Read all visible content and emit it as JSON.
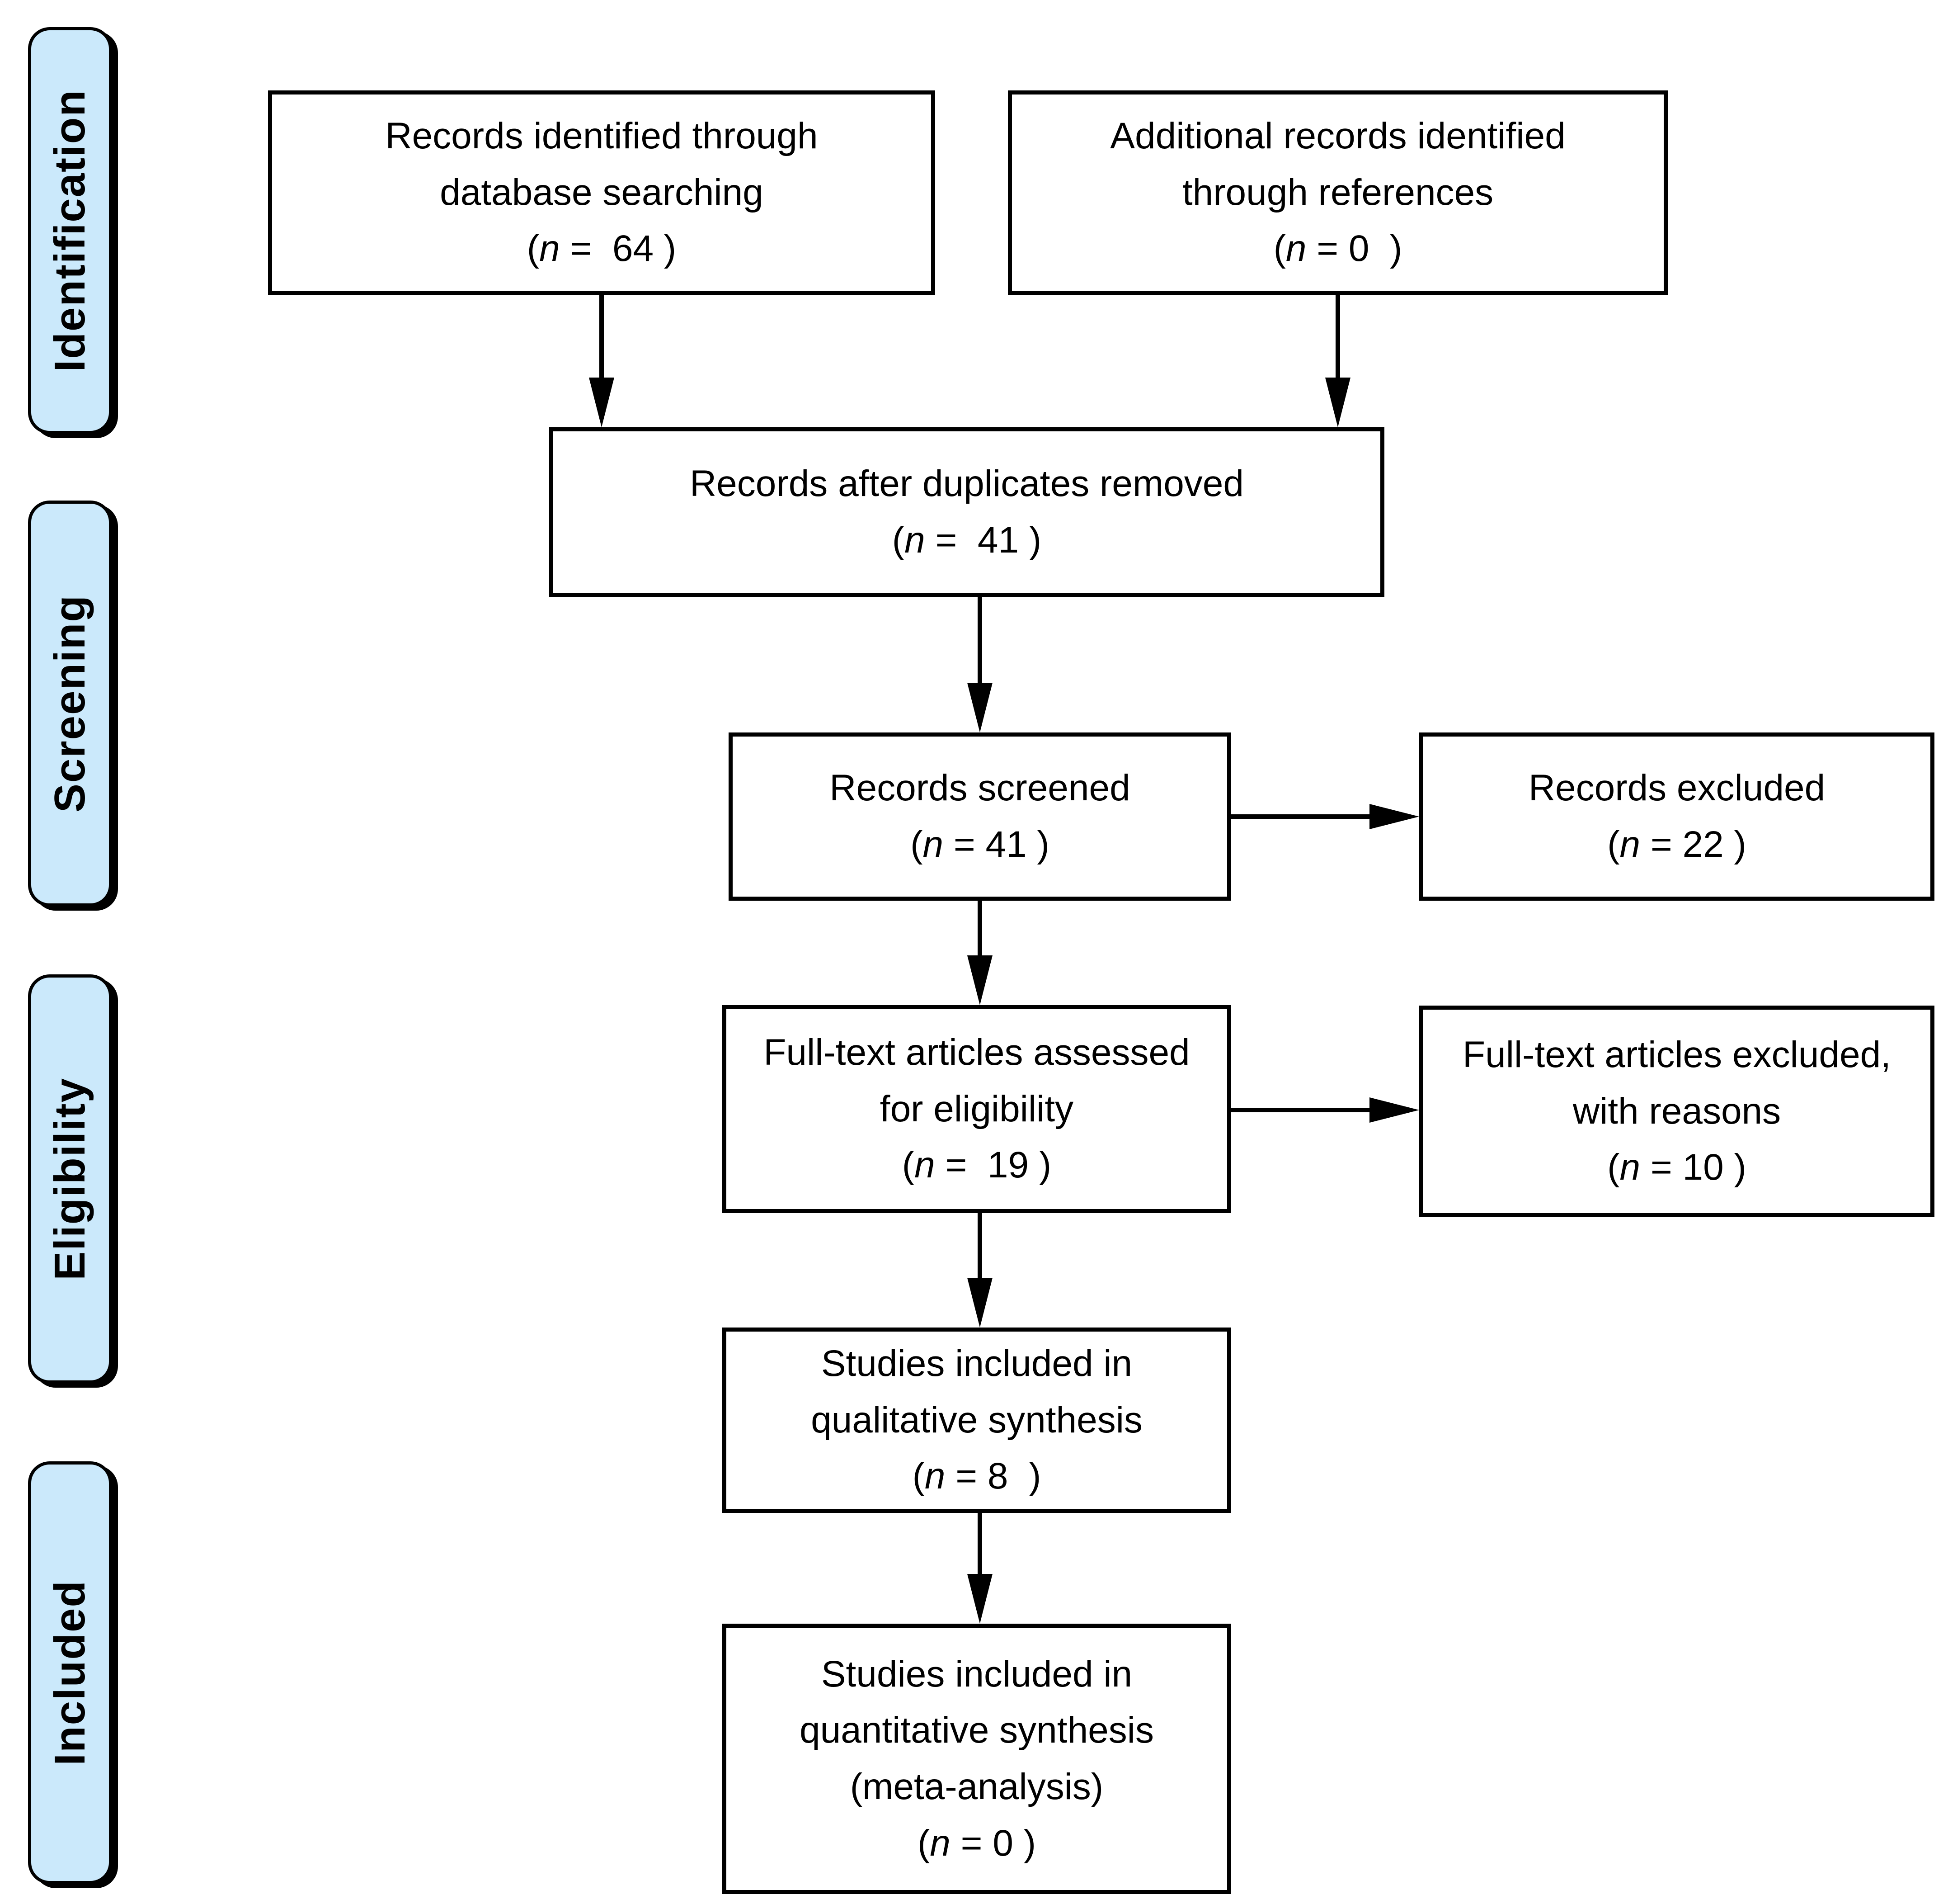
{
  "figure": {
    "background": "#ffffff",
    "stage_fill": "#CBE9FB",
    "stage_border": "#000000",
    "box_border": "#000000"
  },
  "stages": [
    {
      "label": "Identification"
    },
    {
      "label": "Screening"
    },
    {
      "label": "Eligibility"
    },
    {
      "label": "Included"
    }
  ],
  "boxes": {
    "records_identified": {
      "lines": [
        "Records identified through",
        "database searching"
      ],
      "n_open": "(",
      "n_var": "n",
      "n_rest": " =  64 )",
      "n_value": "64"
    },
    "additional_records": {
      "lines": [
        "Additional records identified",
        "through references"
      ],
      "n_open": "(",
      "n_var": "n",
      "n_rest": " = 0  )",
      "n_value": "0"
    },
    "after_duplicates": {
      "lines": [
        "Records after duplicates removed"
      ],
      "n_open": "(",
      "n_var": "n",
      "n_rest": " =  41 )",
      "n_value": "41"
    },
    "records_screened": {
      "lines": [
        "Records screened"
      ],
      "n_open": "(",
      "n_var": "n",
      "n_rest": " = 41 )",
      "n_value": "41"
    },
    "records_excluded": {
      "lines": [
        "Records excluded"
      ],
      "n_open": "(",
      "n_var": "n",
      "n_rest": " = 22 )",
      "n_value": "22"
    },
    "fulltext_assessed": {
      "lines": [
        "Full-text articles assessed",
        "for eligibility"
      ],
      "n_open": "(",
      "n_var": "n",
      "n_rest": " =  19 )",
      "n_value": "19"
    },
    "fulltext_excluded": {
      "lines": [
        "Full-text articles excluded,",
        "with reasons"
      ],
      "n_open": "(",
      "n_var": "n",
      "n_rest": " = 10 )",
      "n_value": "10"
    },
    "qualitative": {
      "lines": [
        "Studies included in",
        "qualitative synthesis"
      ],
      "n_open": "(",
      "n_var": "n",
      "n_rest": " = 8  )",
      "n_value": "8"
    },
    "quantitative": {
      "lines": [
        "Studies included in",
        "quantitative synthesis",
        "(meta-analysis)"
      ],
      "n_open": "(",
      "n_var": "n",
      "n_rest": " = 0 )",
      "n_value": "0"
    }
  }
}
